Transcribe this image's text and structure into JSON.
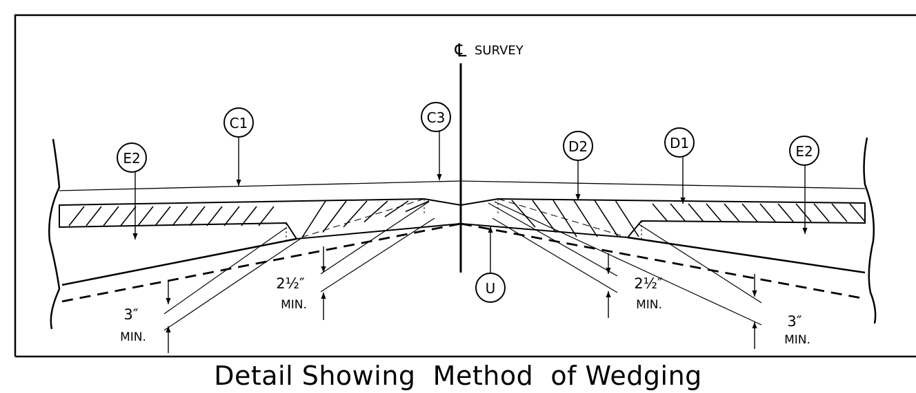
{
  "centerline": {
    "symbol": "℄",
    "label": "SURVEY"
  },
  "callouts": {
    "c1": "C1",
    "c3": "C3",
    "e2_left": "E2",
    "d2": "D2",
    "d1": "D1",
    "e2_right": "E2",
    "u": "U"
  },
  "dimensions": {
    "left_outer": {
      "value": "3″",
      "unit": "MIN."
    },
    "left_inner": {
      "value": "2½″",
      "unit": "MIN."
    },
    "right_inner": {
      "value": "2½″",
      "unit": "MIN."
    },
    "right_outer": {
      "value": "3″",
      "unit": "MIN."
    }
  },
  "caption": "Detail Showing  Method  of Wedging"
}
